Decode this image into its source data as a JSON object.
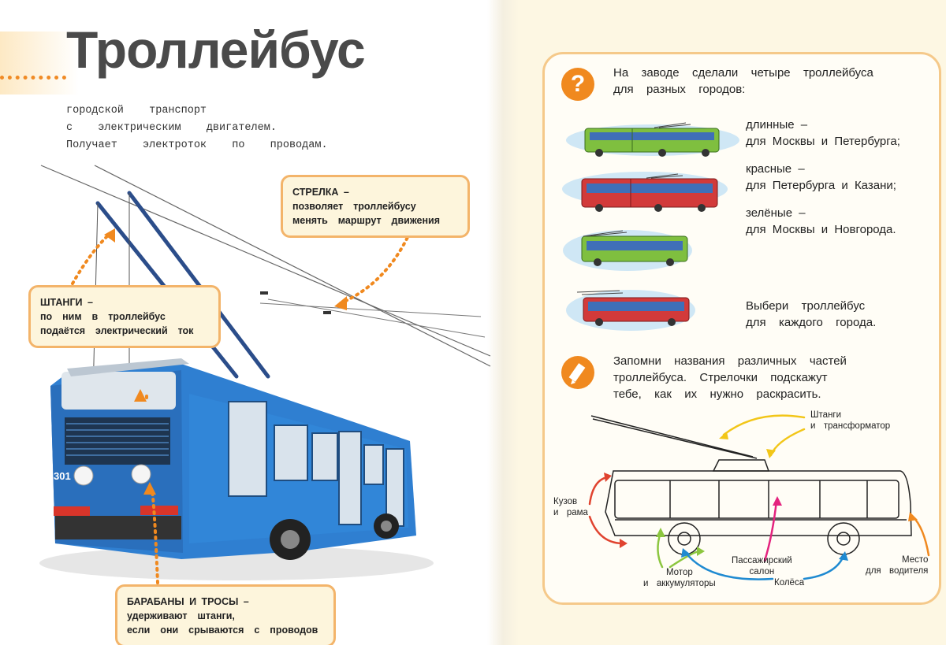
{
  "left": {
    "title": "Троллейбус",
    "subtitle": "городской  транспорт\nс  электрическим  двигателем.\nПолучает  электроток  по  проводам.",
    "callouts": {
      "strelka": {
        "head": "СТРЕЛКА –",
        "body": "позволяет  троллейбусу\nменять  маршрут  движения"
      },
      "shtangi": {
        "head": "ШТАНГИ –",
        "body": "по  ним  в  троллейбус\nподаётся  электрический  ток"
      },
      "barabany": {
        "head": "БАРАБАНЫ  И  ТРОСЫ –",
        "body": "удерживают  штанги,\nесли  они  срываются  с  проводов"
      }
    },
    "bus_number": "301"
  },
  "right": {
    "question_icon": "question-mark-icon",
    "question_text": "На  заводе  сделали  четыре  троллейбуса\nдля  разных  городов:",
    "options": [
      {
        "head": "длинные –",
        "cities": "для  Москвы  и  Петербурга;"
      },
      {
        "head": "красные –",
        "cities": "для  Петербурга  и  Казани;"
      },
      {
        "head": "зелёные –",
        "cities": "для  Москвы  и  Новгорода."
      }
    ],
    "choose_text": "Выбери  троллейбус\nдля  каждого  города.",
    "pencil_icon": "pencil-icon",
    "memorize_text": "Запомни  названия  различных  частей\nтроллейбуса.  Стрелочки  подскажут\nтебе,  как  их  нужно  раскрасить.",
    "parts": {
      "shtangi": "Штанги\nи  трансформатор",
      "kuzov": "Кузов\nи  рама",
      "motor": "Мотор\nи  аккумуляторы",
      "salon": "Пассажирский\nсалон",
      "kolesa": "Колёса",
      "mesto": "Место\nдля  водителя"
    }
  },
  "colors": {
    "accent": "#f0891f",
    "callout_border": "#f3b46a",
    "bus_blue": "#2f7fd1",
    "arrow_yellow": "#f2c618",
    "arrow_red": "#e0432f",
    "arrow_green": "#8cc63f",
    "arrow_pink": "#e4237e",
    "arrow_blue": "#1f8ad1",
    "arrow_orange": "#f0891f"
  }
}
